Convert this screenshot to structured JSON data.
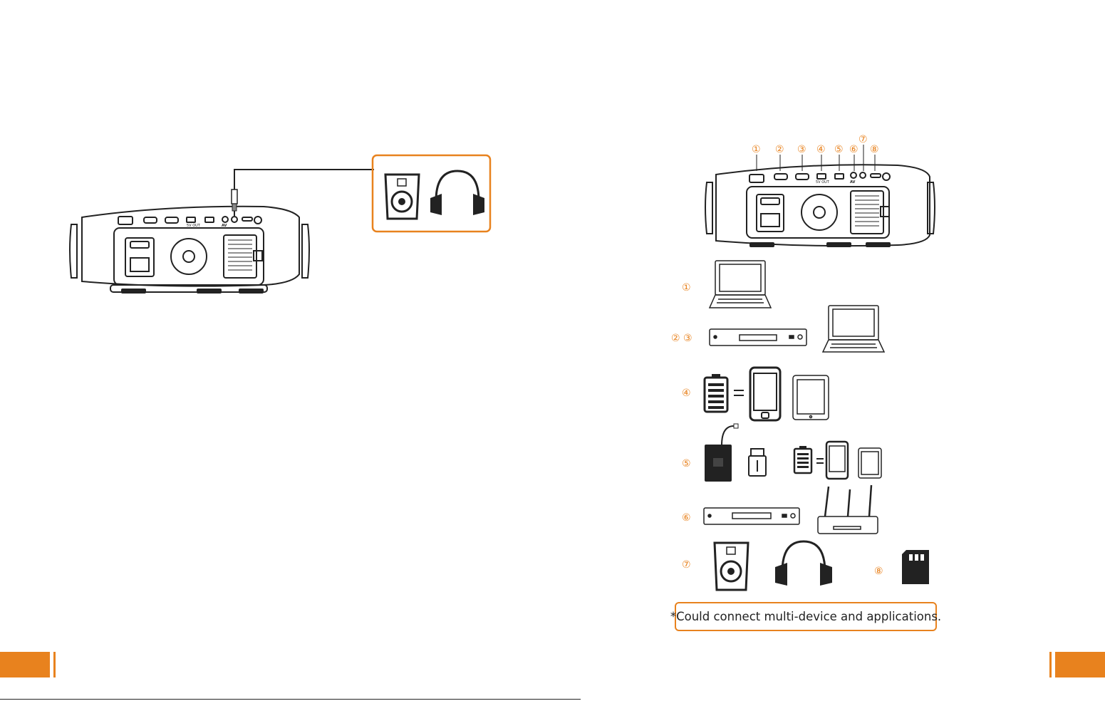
{
  "left_page": {
    "port_labels": {
      "five_v_out": "5V OUT",
      "av": "AV"
    }
  },
  "right_page": {
    "callouts": [
      "①",
      "②",
      "③",
      "④",
      "⑤",
      "⑥",
      "⑦",
      "⑧"
    ],
    "port_labels": {
      "five_v_out": "5V OUT",
      "av": "AV"
    },
    "rows": {
      "r1": "①",
      "r23": "② ③",
      "r4": "④",
      "r5": "⑤",
      "r6": "⑥",
      "r7": "⑦",
      "r8": "⑧"
    },
    "note": "*Could connect multi-device and applications."
  },
  "colors": {
    "accent": "#E8821E",
    "line": "#222222"
  }
}
